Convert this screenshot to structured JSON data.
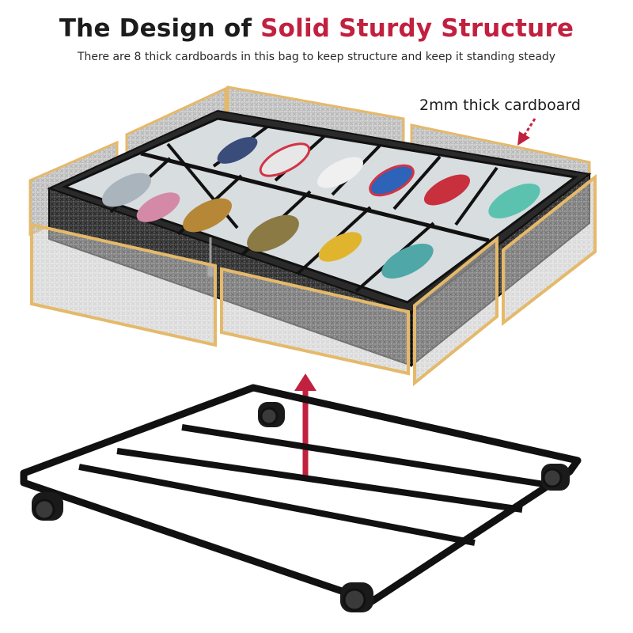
{
  "headline": {
    "prefix": "The Design of ",
    "highlight": "Solid Sturdy Structure",
    "accent_color": "#c2203f"
  },
  "subheadline": "There are 8 thick cardboards in this bag to keep structure and keep it standing steady",
  "callout": {
    "label": "2mm thick cardboard",
    "arrow_color": "#c2203f"
  },
  "lift_arrow": {
    "color": "#c2203f"
  },
  "product": {
    "compartments": 12,
    "cardboard_panels": 8,
    "panel_edge_color": "#e5b96a",
    "fabric_color": "#3a3a3a",
    "frame_color": "#111111"
  }
}
